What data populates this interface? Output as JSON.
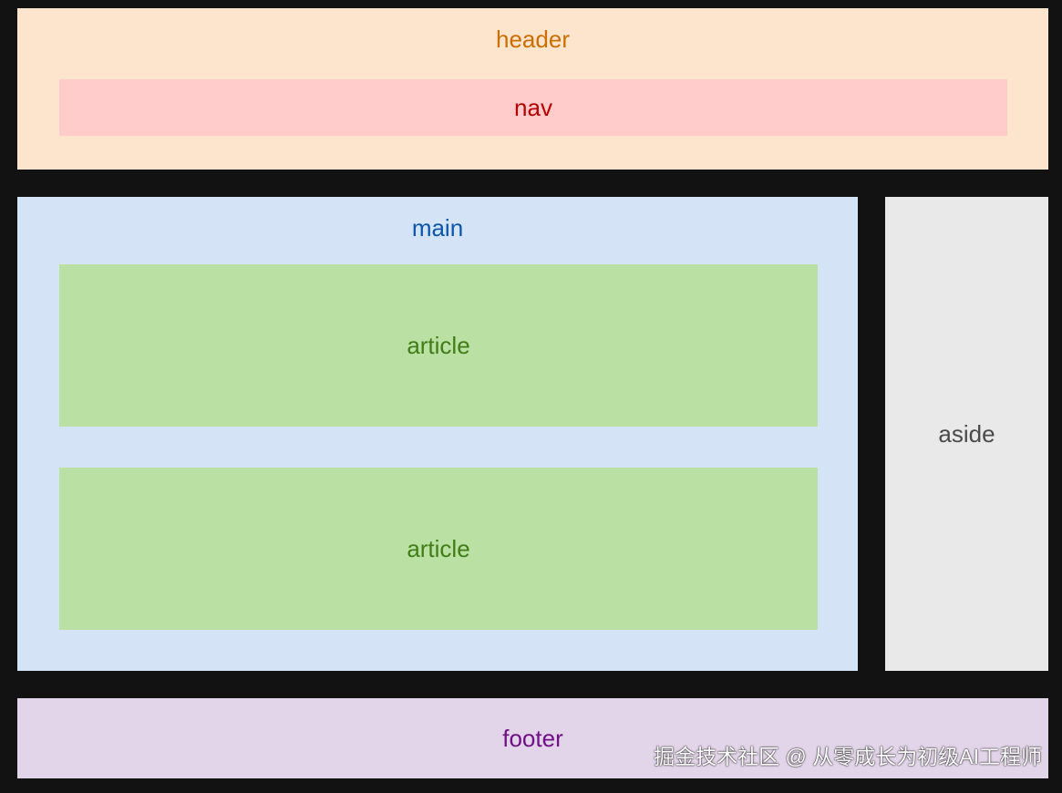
{
  "blocks": {
    "header": "header",
    "nav": "nav",
    "main": "main",
    "article_1": "article",
    "article_2": "article",
    "aside": "aside",
    "footer": "footer"
  },
  "credit": "掘金技术社区 @ 从零成长为初级AI工程师",
  "colors": {
    "page_background": "#121212",
    "header_fill": "#fde5cd",
    "header_text": "#cc6e00",
    "nav_fill": "#ffcccb",
    "nav_text": "#b40000",
    "main_fill": "#d5e3f6",
    "main_text": "#0b56a8",
    "article_fill": "#bae0a4",
    "article_text": "#3f7d16",
    "aside_fill": "#e9e9e9",
    "aside_text": "#4a4a4a",
    "footer_fill": "#e3d5e9",
    "footer_text": "#700f86"
  }
}
